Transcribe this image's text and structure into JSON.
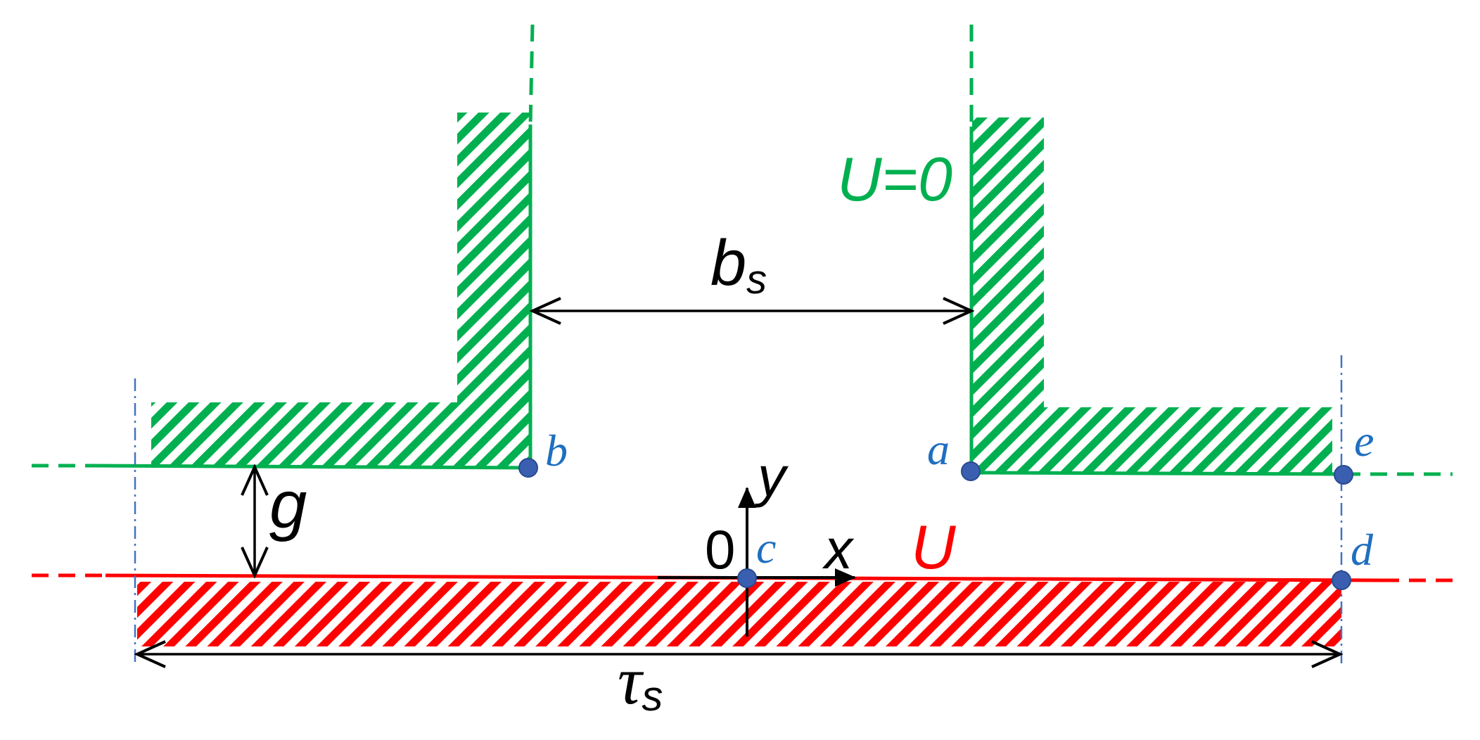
{
  "colors": {
    "stator": "#00b050",
    "rotor": "#ff0000",
    "point": "#3a5fb0",
    "point_label": "#1f6fc0",
    "guide": "#4472c4",
    "dimension": "#000000"
  },
  "labels": {
    "slot_width": {
      "main": "b",
      "sub": "s"
    },
    "pole_pitch": {
      "main": "τ",
      "sub": "s"
    },
    "air_gap": "g",
    "stator_potential": "U=0",
    "rotor_potential": "U",
    "origin": "0",
    "axis_x": "x",
    "axis_y": "y"
  },
  "points": [
    {
      "id": "a",
      "label": "a"
    },
    {
      "id": "b",
      "label": "b"
    },
    {
      "id": "c",
      "label": "c"
    },
    {
      "id": "d",
      "label": "d"
    },
    {
      "id": "e",
      "label": "e"
    }
  ]
}
